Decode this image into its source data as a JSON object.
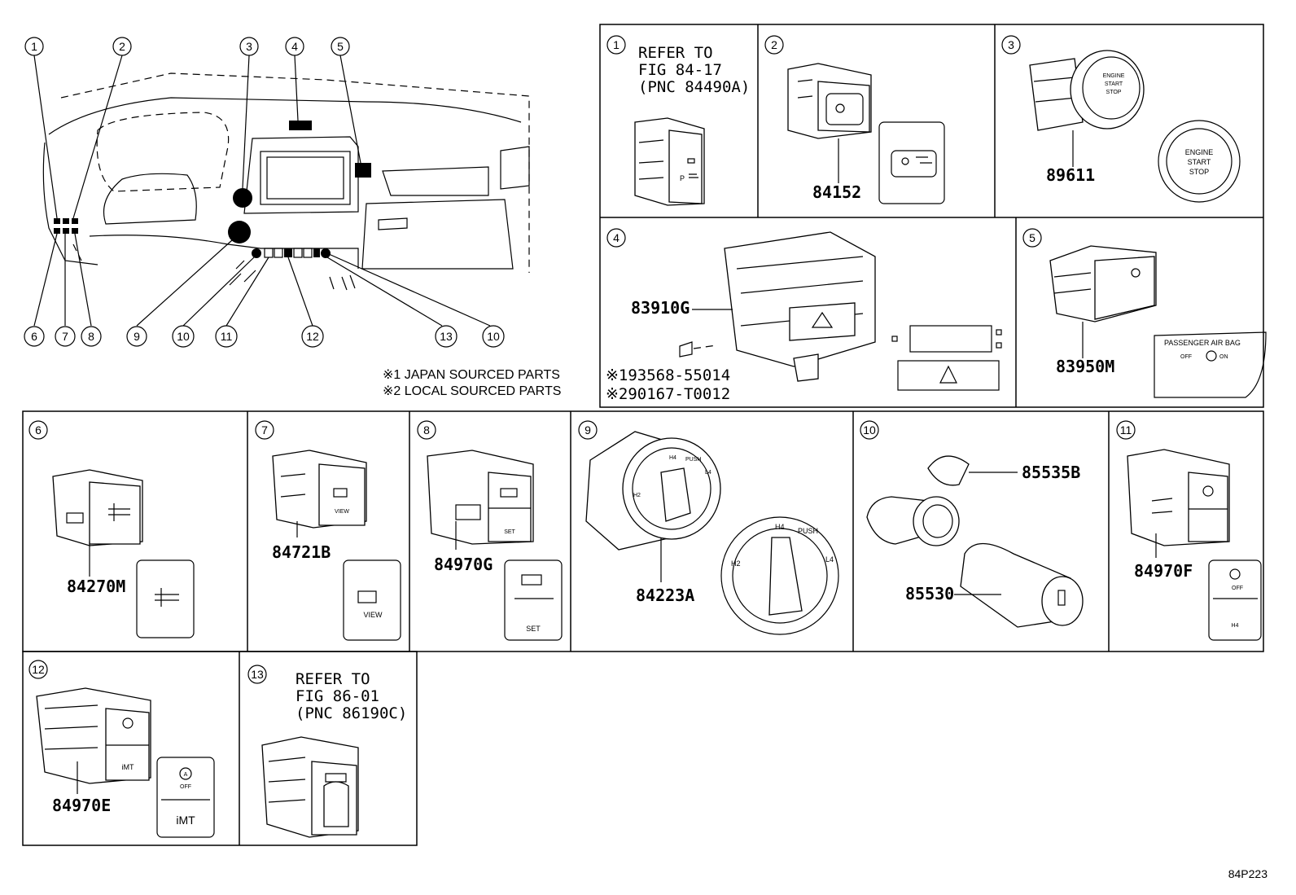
{
  "diagram_code": "84P223",
  "overview": {
    "callouts": [
      "1",
      "2",
      "3",
      "4",
      "5",
      "6",
      "7",
      "8",
      "9",
      "10",
      "11",
      "12",
      "13",
      "10"
    ],
    "notes": [
      "※1 JAPAN SOURCED PARTS",
      "※2 LOCAL SOURCED PARTS"
    ]
  },
  "panels": [
    {
      "num": "1",
      "refer": [
        "REFER TO",
        "FIG 84-17",
        "(PNC 84490A)"
      ]
    },
    {
      "num": "2",
      "part": "84152"
    },
    {
      "num": "3",
      "part": "89611",
      "button_text": [
        "ENGINE",
        "START",
        "STOP"
      ]
    },
    {
      "num": "4",
      "part": "83910G",
      "subparts": [
        "※193568-55014",
        "※290167-T0012"
      ]
    },
    {
      "num": "5",
      "part": "83950M",
      "label_text": "PASSENGER AIR BAG",
      "label_off": "OFF",
      "label_on": "ON"
    },
    {
      "num": "6",
      "part": "84270M"
    },
    {
      "num": "7",
      "part": "84721B",
      "switch_text": "VIEW"
    },
    {
      "num": "8",
      "part": "84970G",
      "switch_text": "SET"
    },
    {
      "num": "9",
      "part": "84223A",
      "dial_text": [
        "H4",
        "PUSH",
        "L4",
        "H2"
      ]
    },
    {
      "num": "10",
      "parts": [
        "85535B",
        "85530"
      ]
    },
    {
      "num": "11",
      "part": "84970F",
      "switch_text": [
        "OFF",
        "H4"
      ]
    },
    {
      "num": "12",
      "part": "84970E",
      "switch_text": [
        "A",
        "OFF",
        "iMT"
      ]
    },
    {
      "num": "13",
      "refer": [
        "REFER TO",
        "FIG 86-01",
        "(PNC 86190C)"
      ]
    }
  ]
}
